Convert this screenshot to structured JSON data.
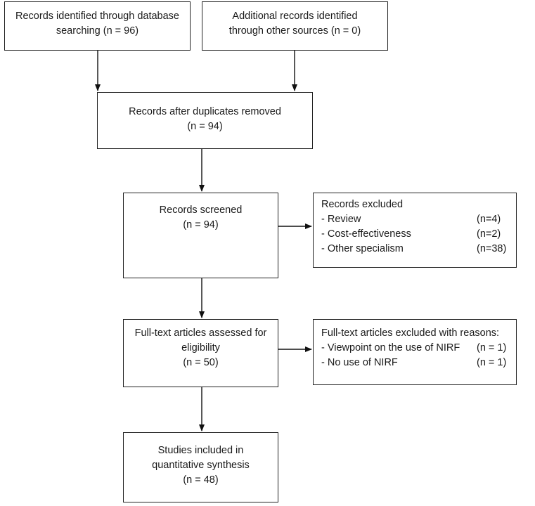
{
  "identification": {
    "database": {
      "line1": "Records identified through database",
      "line2": "searching (n = 96)"
    },
    "other": {
      "line1": "Additional records identified",
      "line2": "through other sources (n = 0)"
    }
  },
  "duplicates": {
    "line1": "Records after duplicates removed",
    "line2": "(n = 94)"
  },
  "screened": {
    "line1": "Records screened",
    "line2": "(n = 94)"
  },
  "excluded": {
    "header": "Records excluded",
    "items": [
      {
        "label": "- Review",
        "count": "(n=4)"
      },
      {
        "label": "- Cost-effectiveness",
        "count": "(n=2)"
      },
      {
        "label": "- Other specialism",
        "count": "(n=38)"
      }
    ]
  },
  "fulltext": {
    "line1": "Full-text articles assessed for",
    "line2": "eligibility",
    "line3": "(n = 50)"
  },
  "fulltext_excluded": {
    "header": "Full-text articles excluded with reasons:",
    "items": [
      {
        "label": "- Viewpoint on the use of NIRF",
        "count": "(n = 1)"
      },
      {
        "label": "- No use of NIRF",
        "count": "(n = 1)"
      }
    ]
  },
  "included": {
    "line1": "Studies included in",
    "line2": "quantitative synthesis",
    "line3": "(n = 48)"
  }
}
